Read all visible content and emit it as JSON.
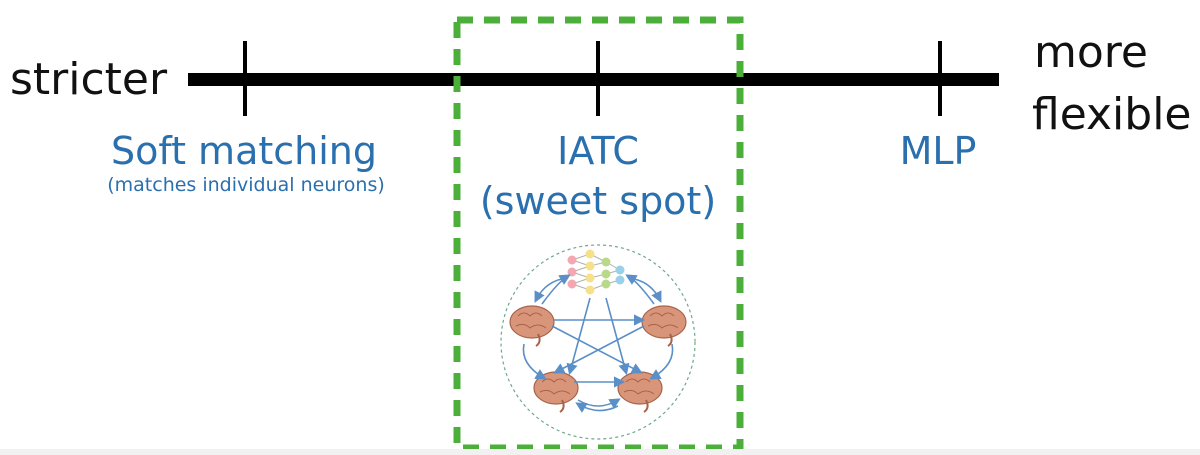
{
  "axis": {
    "left_label": "stricter",
    "right_label_line1": "more",
    "right_label_line2": "flexible"
  },
  "points": [
    {
      "label": "Soft matching",
      "sublabel": "(matches individual neurons)"
    },
    {
      "label": "IATC",
      "sublabel": "(sweet spot)",
      "highlighted": true
    },
    {
      "label": "MLP"
    }
  ],
  "colors": {
    "axis": "#000000",
    "labels": "#2a6fae",
    "highlight_box": "#4caf3a",
    "arrows": "#5b8fc7",
    "brain": "#d9957a"
  },
  "illustration": {
    "icons": [
      "neural-network-icon",
      "brain-icon",
      "brain-icon",
      "brain-icon",
      "brain-icon"
    ]
  }
}
